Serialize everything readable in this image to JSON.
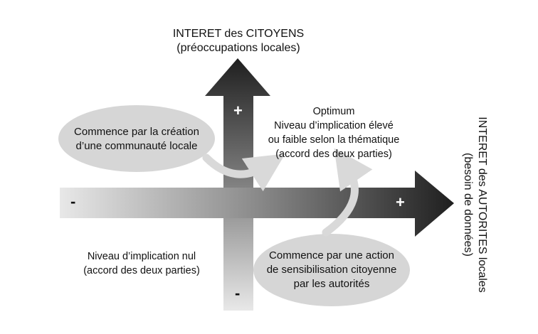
{
  "labels": {
    "top_title": "INTERET des CITOYENS",
    "top_subtitle": "(préoccupations locales)",
    "right_title": "INTERET des AUTORITES locales",
    "right_subtitle": "(besoin de données)",
    "optimum": [
      "Optimum",
      "Niveau d’implication élevé",
      "ou faible selon la thématique",
      "(accord des deux parties)"
    ],
    "null_level": [
      "Niveau d’implication nul",
      "(accord des deux parties)"
    ]
  },
  "ellipses": {
    "citizens_start": [
      "Commence par la création",
      "d’une communauté locale"
    ],
    "authorities_start": [
      "Commence par une action",
      "de sensibilisation citoyenne",
      "par les autorités"
    ]
  },
  "signs": {
    "vertical_plus": "+",
    "vertical_minus": "-",
    "horizontal_minus": "-",
    "horizontal_plus": "+"
  },
  "colors": {
    "arrow_dark": "#1f1f1f",
    "arrow_light": "#e6e6e6",
    "ellipse_fill": "#d6d6d6",
    "curved_arrow": "#d9d9d9"
  }
}
